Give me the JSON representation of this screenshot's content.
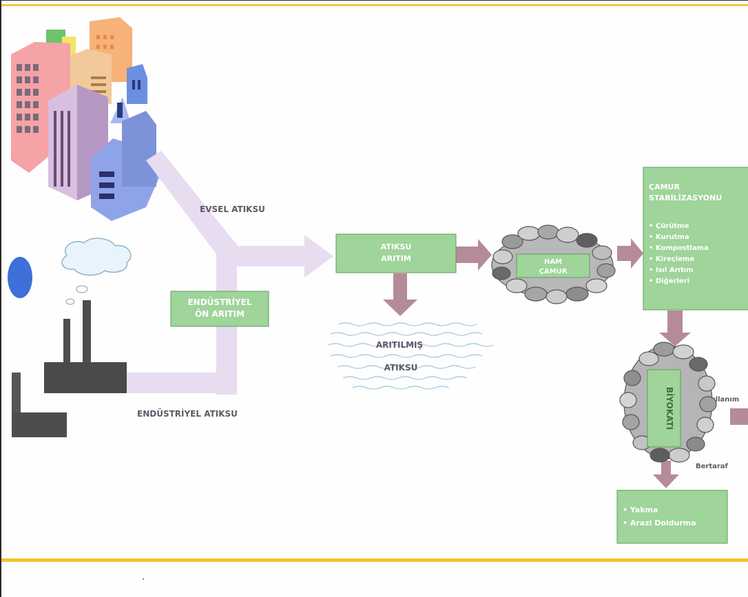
{
  "labels": {
    "evsel_atiksu": "EVSEL ATIKSU",
    "endustriyel_atiksu": "ENDÜSTRİYEL ATIKSU",
    "endustriyel_on_aritim_line1": "ENDÜSTRİYEL",
    "endustriyel_on_aritim_line2": "ÖN ARITIM",
    "atiksu_aritim_line1": "ATIKSU",
    "atiksu_aritim_line2": "ARITIM",
    "aritilmis_line1": "ARITILMIŞ",
    "aritilmis_line2": "ATIKSU",
    "ham_camur_line1": "HAM",
    "ham_camur_line2": "ÇAMUR",
    "stabilizasyon_title_line1": "ÇAMUR",
    "stabilizasyon_title_line2": "STABİLİZASYONU",
    "stabilizasyon_items": [
      "• Çürütme",
      "• Kurutma",
      "• Kompostlama",
      "• Kireçleme",
      "• Isıl Arıtım",
      "• Diğerleri"
    ],
    "biyokati": "BİYOKATI",
    "kullanim": "Kullanım",
    "bertaraf": "Bertaraf",
    "disposal_items": [
      "• Yakma",
      "• Arazi Doldurma"
    ]
  },
  "colors": {
    "top_rule": "#f4c542",
    "bottom_rule": "#f2c230",
    "box_fill": "#9fd49a",
    "box_border": "#5f9e5a",
    "box_text": "#ffffff",
    "arrow_lilac": "#e8dcf0",
    "arrow_mauve": "#b58b9a",
    "label_gray": "#5b5b66",
    "factory_gray": "#4d4d4d"
  }
}
